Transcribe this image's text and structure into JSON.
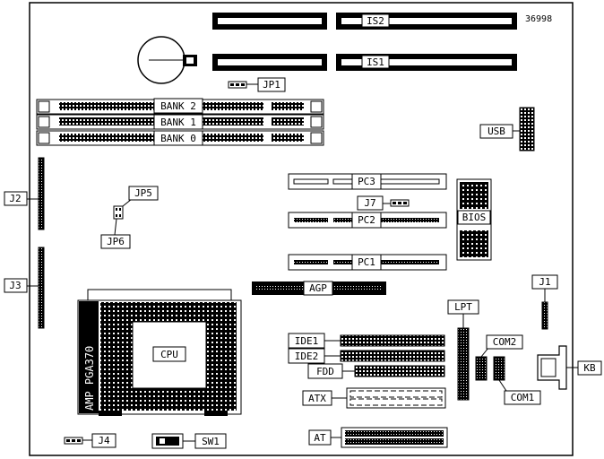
{
  "figure_code": "36998",
  "labels": {
    "is2": "IS2",
    "is1": "IS1",
    "jp1": "JP1",
    "bank2": "BANK 2",
    "bank1": "BANK 1",
    "bank0": "BANK 0",
    "usb": "USB",
    "j2": "J2",
    "j3": "J3",
    "jp5": "JP5",
    "jp6": "JP6",
    "pc3": "PC3",
    "pc2": "PC2",
    "pc1": "PC1",
    "j7": "J7",
    "bios": "BIOS",
    "agp": "AGP",
    "j1": "J1",
    "lpt": "LPT",
    "ide1": "IDE1",
    "ide2": "IDE2",
    "fdd": "FDD",
    "com2": "COM2",
    "com1": "COM1",
    "kb": "KB",
    "atx": "ATX",
    "at": "AT",
    "cpu": "CPU",
    "socket": "AMP PGA370",
    "j4": "J4",
    "sw1": "SW1"
  }
}
